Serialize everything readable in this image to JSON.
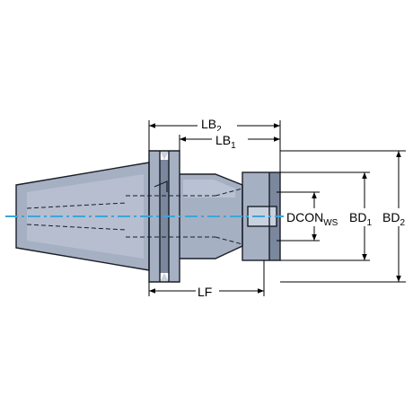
{
  "colors": {
    "body_fill": "#a6b0c3",
    "body_light": "#c9d1de",
    "body_dark": "#7b879d",
    "outline": "#1a1e27",
    "centerline": "#3aa6dc",
    "dimension": "#000000"
  },
  "labels": {
    "lb2": {
      "main": "LB",
      "sub": "2"
    },
    "lb1": {
      "main": "LB",
      "sub": "1"
    },
    "lf": {
      "main": "LF",
      "sub": ""
    },
    "dcon": {
      "main": "DCON",
      "sub": "WS"
    },
    "bd1": {
      "main": "BD",
      "sub": "1"
    },
    "bd2": {
      "main": "BD",
      "sub": "2"
    }
  }
}
